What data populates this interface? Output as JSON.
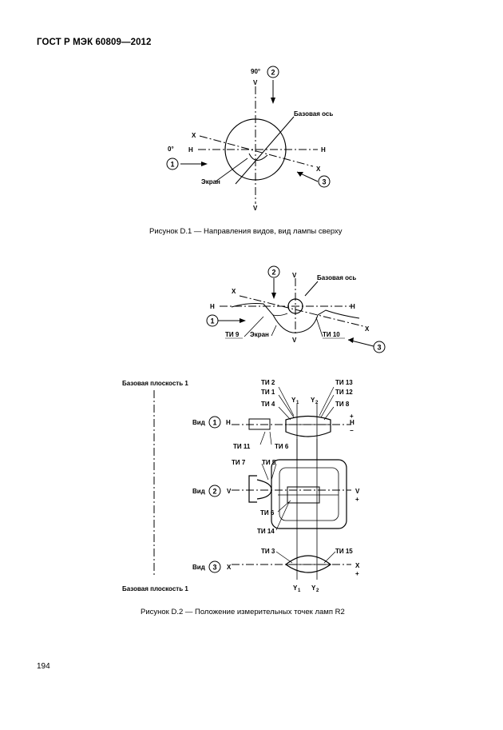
{
  "header": "ГОСТ Р МЭК 60809—2012",
  "figure1": {
    "caption": "Рисунок D.1 — Направления видов, вид лампы сверху",
    "angle_90": "90°",
    "angle_0": "0°",
    "v": "V",
    "h": "H",
    "x": "X",
    "base_axis": "Базовая ось",
    "screen": "Экран",
    "c1": "1",
    "c2": "2",
    "c3": "3"
  },
  "figure2": {
    "caption": "Рисунок D.2 — Положение измерительных точек ламп R2",
    "v": "V",
    "h": "H",
    "x": "X",
    "base_axis": "Базовая ось",
    "screen": "Экран",
    "ti9": "ТИ 9",
    "ti10": "ТИ 10",
    "c1": "1",
    "c2": "2",
    "c3": "3"
  },
  "figure3": {
    "base_plane_top": "Базовая плоскость 1",
    "base_plane_bottom": "Базовая плоскость 1",
    "view": "Вид",
    "v": "V",
    "h": "H",
    "x": "X",
    "y1": "Y",
    "y2": "Y",
    "sub1": "1",
    "sub2": "2",
    "ti1": "ТИ 1",
    "ti2": "ТИ 2",
    "ti3": "ТИ 3",
    "ti4": "ТИ 4",
    "ti5": "ТИ 5",
    "ti6": "ТИ 6",
    "ti7": "ТИ 7",
    "ti8": "ТИ 8",
    "ti11": "ТИ 11",
    "ti12": "ТИ 12",
    "ti13": "ТИ 13",
    "ti14": "ТИ 14",
    "ti15": "ТИ 15",
    "c1": "1",
    "c2": "2",
    "c3": "3",
    "plus": "+",
    "minus": "−"
  },
  "page_number": "194"
}
